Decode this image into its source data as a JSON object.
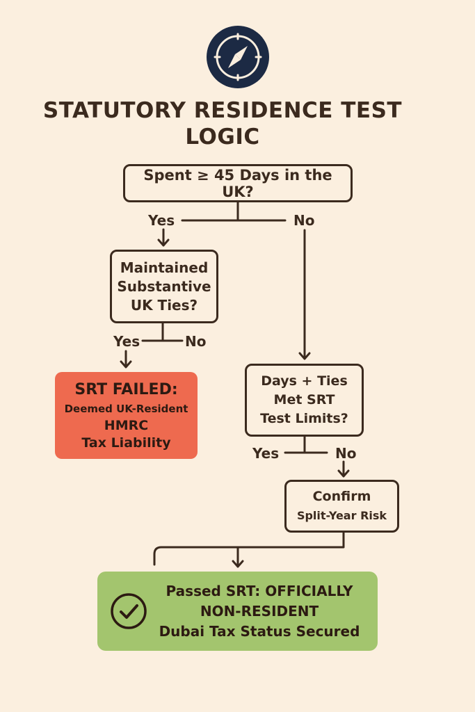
{
  "title": {
    "line1": "STATUTORY RESIDENCE TEST",
    "line2": "LOGIC"
  },
  "icons": {
    "logo": "compass-icon",
    "check": "check-circle-icon"
  },
  "colors": {
    "background": "#fbefdf",
    "ink": "#3b2a1e",
    "logo": "#1c2a44",
    "fail": "#ee6a4f",
    "pass": "#a3c56e"
  },
  "nodes": {
    "days_question": "Spent ≥ 45 Days in the UK?",
    "ties_question": [
      "Maintained",
      "Substantive",
      "UK Ties?"
    ],
    "limits_question": [
      "Days + Ties",
      "Met SRT",
      "Test Limits?"
    ],
    "confirm": [
      "Confirm",
      "Split-Year Risk"
    ],
    "failed": {
      "heading": "SRT FAILED:",
      "lines": [
        "Deemed UK-Resident",
        "HMRC",
        "Tax Liability"
      ]
    },
    "passed": [
      "Passed SRT: OFFICIALLY",
      "NON-RESIDENT",
      "Dubai Tax Status Secured"
    ]
  },
  "labels": {
    "yes": "Yes",
    "no": "No"
  }
}
